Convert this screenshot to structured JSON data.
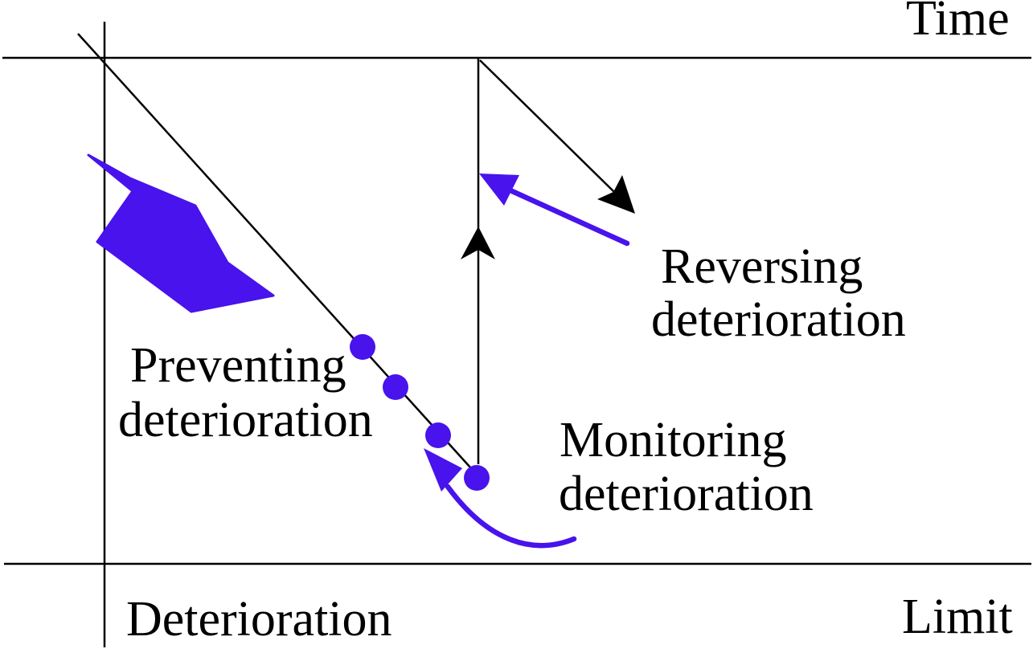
{
  "title": "Deterioration management diagram",
  "colors": {
    "accent_blue": "#4813ec",
    "line_black": "#000000",
    "background": "#ffffff"
  },
  "labels": {
    "time": "Time",
    "limit": "Limit",
    "deterioration_axis": "Deterioration",
    "preventing_line1": "Preventing",
    "preventing_line2": "deterioration",
    "monitoring_line1": "Monitoring",
    "monitoring_line2": "deterioration",
    "reversing_line1": "Reversing",
    "reversing_line2": "deterioration"
  },
  "figure": {
    "dot_count": 4,
    "arrows": [
      {
        "name": "preventing-block-arrow",
        "color": "#4813ec",
        "style": "solid block arrow pressing on deterioration line"
      },
      {
        "name": "monitoring-curved-arrow",
        "color": "#4813ec",
        "style": "curved arrow pointing at measurement dots"
      },
      {
        "name": "reversing-arrow",
        "color": "#4813ec",
        "style": "straight arrow pointing at restoration line"
      },
      {
        "name": "restoration-arrow",
        "color": "#000000",
        "style": "vertical arrow pointing up"
      },
      {
        "name": "relapse-arrow",
        "color": "#000000",
        "style": "diagonal arrow pointing down-right"
      }
    ]
  }
}
